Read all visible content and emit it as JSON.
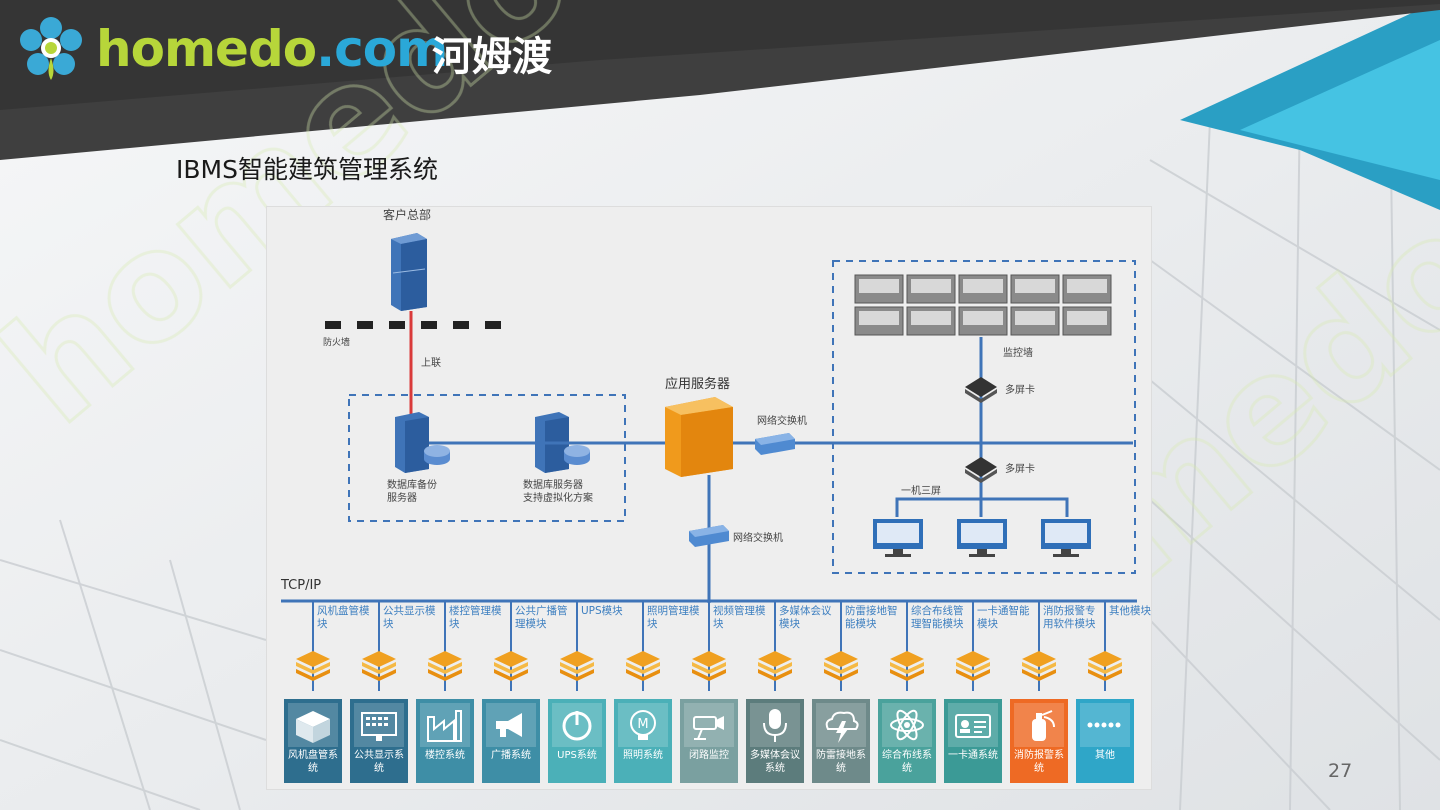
{
  "header": {
    "brand_main": "homedo",
    "brand_dot_com": ".com",
    "brand_cn": "河姆渡"
  },
  "slide": {
    "title": "IBMS智能建筑管理系统",
    "page_number": "27"
  },
  "diagram": {
    "hq_label": "客户总部",
    "firewall_label": "防火墙",
    "uplink_label": "上联",
    "backup_server_label_1": "数据库备份",
    "backup_server_label_2": "服务器",
    "db_server_label_1": "数据库服务器",
    "db_server_label_2": "支持虚拟化方案",
    "app_server_label": "应用服务器",
    "switch_label_right": "网络交换机",
    "switch_label_bottom": "网络交换机",
    "monitor_wall_label": "监控墙",
    "multiscreen_card_1": "多屏卡",
    "multiscreen_card_2": "多屏卡",
    "one_machine_label": "一机三屏",
    "bus_label": "TCP/IP",
    "modules": [
      {
        "label": "风机盘管模块",
        "system": "风机盘管系统",
        "color": "#2e6e8e",
        "icon": "cube-icon"
      },
      {
        "label": "公共显示模块",
        "system": "公共显示系统",
        "color": "#2e6e8e",
        "icon": "display-icon"
      },
      {
        "label": "楼控管理模块",
        "system": "楼控系统",
        "color": "#3e8ea6",
        "icon": "factory-icon"
      },
      {
        "label": "公共广播管理模块",
        "system": "广播系统",
        "color": "#3e8ea6",
        "icon": "megaphone-icon"
      },
      {
        "label": "UPS模块",
        "system": "UPS系统",
        "color": "#4bb0b8",
        "icon": "power-icon"
      },
      {
        "label": "照明管理模块",
        "system": "照明系统",
        "color": "#4bb0b8",
        "icon": "bulb-icon"
      },
      {
        "label": "视频管理模块",
        "system": "闭路监控",
        "color": "#7aa0a0",
        "icon": "camera-icon"
      },
      {
        "label": "多媒体会议模块",
        "system": "多媒体会议系统",
        "color": "#5c7c7c",
        "icon": "mic-icon"
      },
      {
        "label": "防雷接地智能模块",
        "system": "防雷接地系统",
        "color": "#6e8a8a",
        "icon": "lightning-icon"
      },
      {
        "label": "综合布线管理智能模块",
        "system": "综合布线系统",
        "color": "#4aa29c",
        "icon": "atom-icon"
      },
      {
        "label": "一卡通智能模块",
        "system": "一卡通系统",
        "color": "#3b9a96",
        "icon": "id-card-icon"
      },
      {
        "label": "消防报警专用软件模块",
        "system": "消防报警系统",
        "color": "#ee6a24",
        "icon": "extinguisher-icon"
      },
      {
        "label": "其他模块",
        "system": "其他",
        "color": "#2fa6c8",
        "icon": "dots-icon"
      }
    ]
  }
}
